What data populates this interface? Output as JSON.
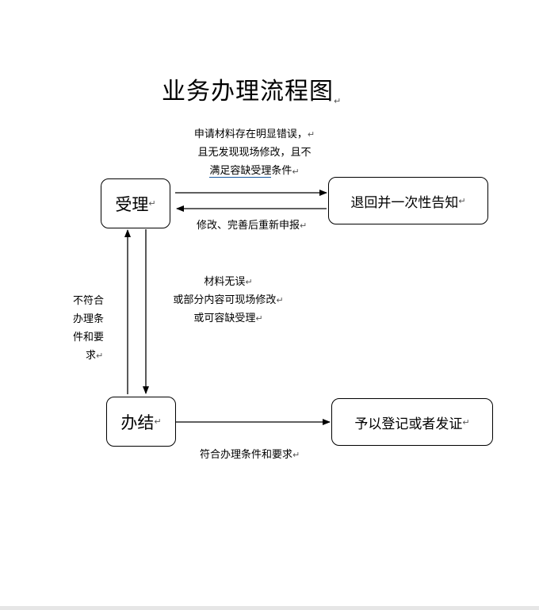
{
  "title": "业务办理流程图",
  "para_mark": "↵",
  "nodes": {
    "accept": "受理",
    "return": "退回并一次性告知",
    "finish": "办结",
    "register": "予以登记或者发证"
  },
  "labels": {
    "top_line1": "申请材料存在明显错误，",
    "top_line2": "且无发现现场修改，且不",
    "top_line3_underlined": "满足容缺受理",
    "top_line3_rest": "条件",
    "resubmit": "修改、完善后重新申报",
    "mid_line1": "材料无误",
    "mid_line2": "或部分内容可现场修改",
    "mid_line3": "或可容缺受理",
    "left_line1": "不符合",
    "left_line2": "办理条",
    "left_line3": "件和要",
    "left_line4": "求",
    "bottom": "符合办理条件和要求"
  }
}
